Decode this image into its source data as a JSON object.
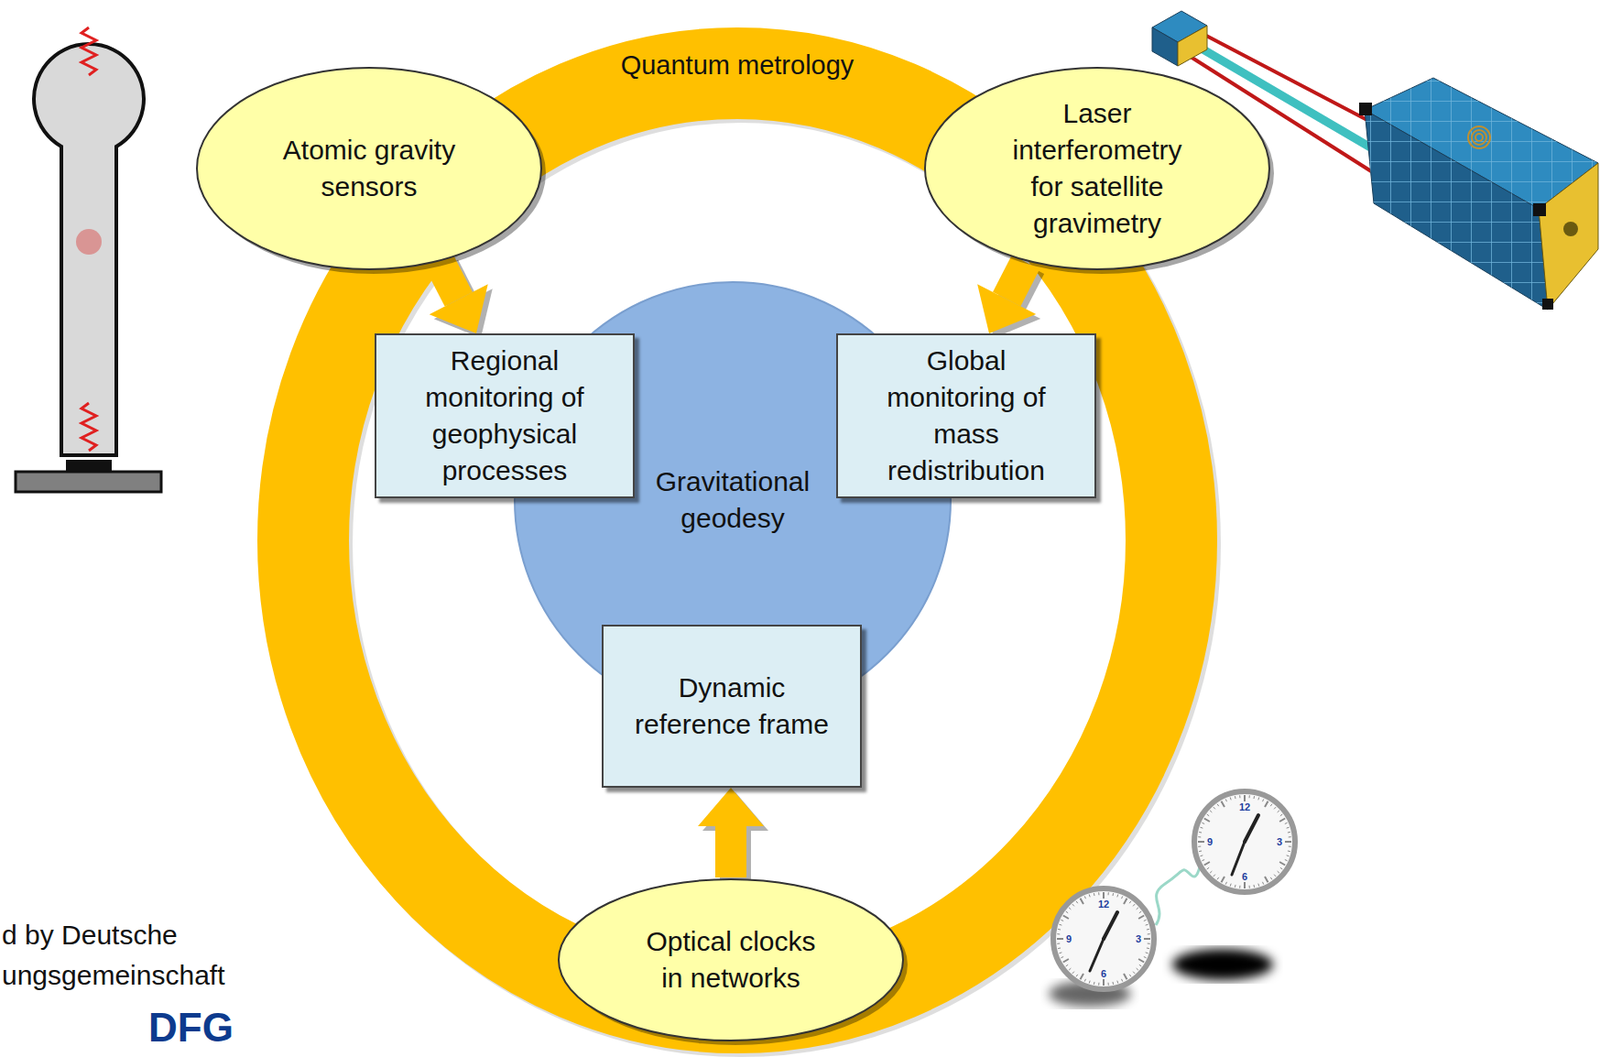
{
  "diagram": {
    "nodes": [
      {
        "text": [
          "Atomic gravity sensors"
        ]
      },
      {
        "text": [
          "Laser interferometry for satellite gravimetry"
        ]
      },
      {
        "text": [
          "Regional monitoring of geophysical processes"
        ]
      },
      {
        "text": [
          "Global monitoring of mass redistribution"
        ]
      },
      {
        "text": [
          "Gravitational geodesy"
        ]
      },
      {
        "text": [
          "Dynamic reference frame"
        ]
      },
      {
        "text": [
          "Optical clocks in networks"
        ]
      }
    ],
    "edges": [
      {
        "from": 0,
        "to": 2,
        "arrow": "to"
      },
      {
        "from": 1,
        "to": 3,
        "arrow": "to"
      },
      {
        "from": 6,
        "to": 5,
        "arrow": "to"
      }
    ],
    "labels": [
      "Quantum metrology",
      "d by Deutsche",
      "ungsgemeinschaft",
      "DFG",
      "12",
      "3",
      "6",
      "9",
      "12",
      "3",
      "6",
      "9"
    ]
  }
}
